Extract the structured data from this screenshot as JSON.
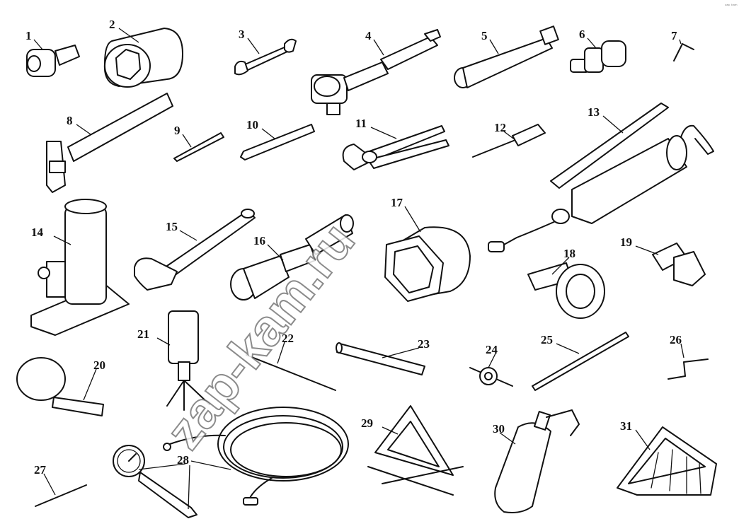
{
  "watermark": "zap-kam.ru",
  "corner_mark": "ᶻᵃᵖ ᵏᵃᵐ",
  "callouts": [
    "1",
    "2",
    "3",
    "4",
    "5",
    "6",
    "7",
    "8",
    "9",
    "10",
    "11",
    "12",
    "13",
    "14",
    "15",
    "16",
    "17",
    "18",
    "19",
    "20",
    "21",
    "22",
    "23",
    "24",
    "25",
    "26",
    "27",
    "28",
    "29",
    "30",
    "31"
  ],
  "tools": [
    {
      "id": "1",
      "icon": "socket-adapter-icon"
    },
    {
      "id": "2",
      "icon": "large-hex-socket-icon"
    },
    {
      "id": "3",
      "icon": "open-end-wrench-icon"
    },
    {
      "id": "4",
      "icon": "ratchet-handle-icon"
    },
    {
      "id": "5",
      "icon": "extension-bar-icon"
    },
    {
      "id": "6",
      "icon": "universal-joint-icon"
    },
    {
      "id": "7",
      "icon": "hex-key-icon"
    },
    {
      "id": "8",
      "icon": "hammer-icon"
    },
    {
      "id": "9",
      "icon": "punch-icon"
    },
    {
      "id": "10",
      "icon": "chisel-icon"
    },
    {
      "id": "11",
      "icon": "pliers-icon"
    },
    {
      "id": "12",
      "icon": "screwdriver-icon"
    },
    {
      "id": "13",
      "icon": "grease-gun-icon"
    },
    {
      "id": "14",
      "icon": "hydraulic-jack-icon"
    },
    {
      "id": "15",
      "icon": "adjustable-wrench-icon"
    },
    {
      "id": "16",
      "icon": "socket-with-handle-icon"
    },
    {
      "id": "17",
      "icon": "hub-nut-socket-icon"
    },
    {
      "id": "18",
      "icon": "slotted-nut-wrench-icon"
    },
    {
      "id": "19",
      "icon": "spark-plug-socket-icon"
    },
    {
      "id": "20",
      "icon": "filter-strap-wrench-icon"
    },
    {
      "id": "21",
      "icon": "inspection-lamp-icon"
    },
    {
      "id": "22",
      "icon": "tire-lever-icon"
    },
    {
      "id": "23",
      "icon": "tommy-bar-icon"
    },
    {
      "id": "24",
      "icon": "valve-tool-icon"
    },
    {
      "id": "25",
      "icon": "pry-bar-icon"
    },
    {
      "id": "26",
      "icon": "crank-handle-icon"
    },
    {
      "id": "27",
      "icon": "valve-core-tool-icon"
    },
    {
      "id": "28",
      "icon": "tire-inflation-hose-with-gauge-icon"
    },
    {
      "id": "29",
      "icon": "warning-triangle-icon"
    },
    {
      "id": "30",
      "icon": "fire-extinguisher-icon"
    },
    {
      "id": "31",
      "icon": "wheel-chock-icon"
    }
  ]
}
